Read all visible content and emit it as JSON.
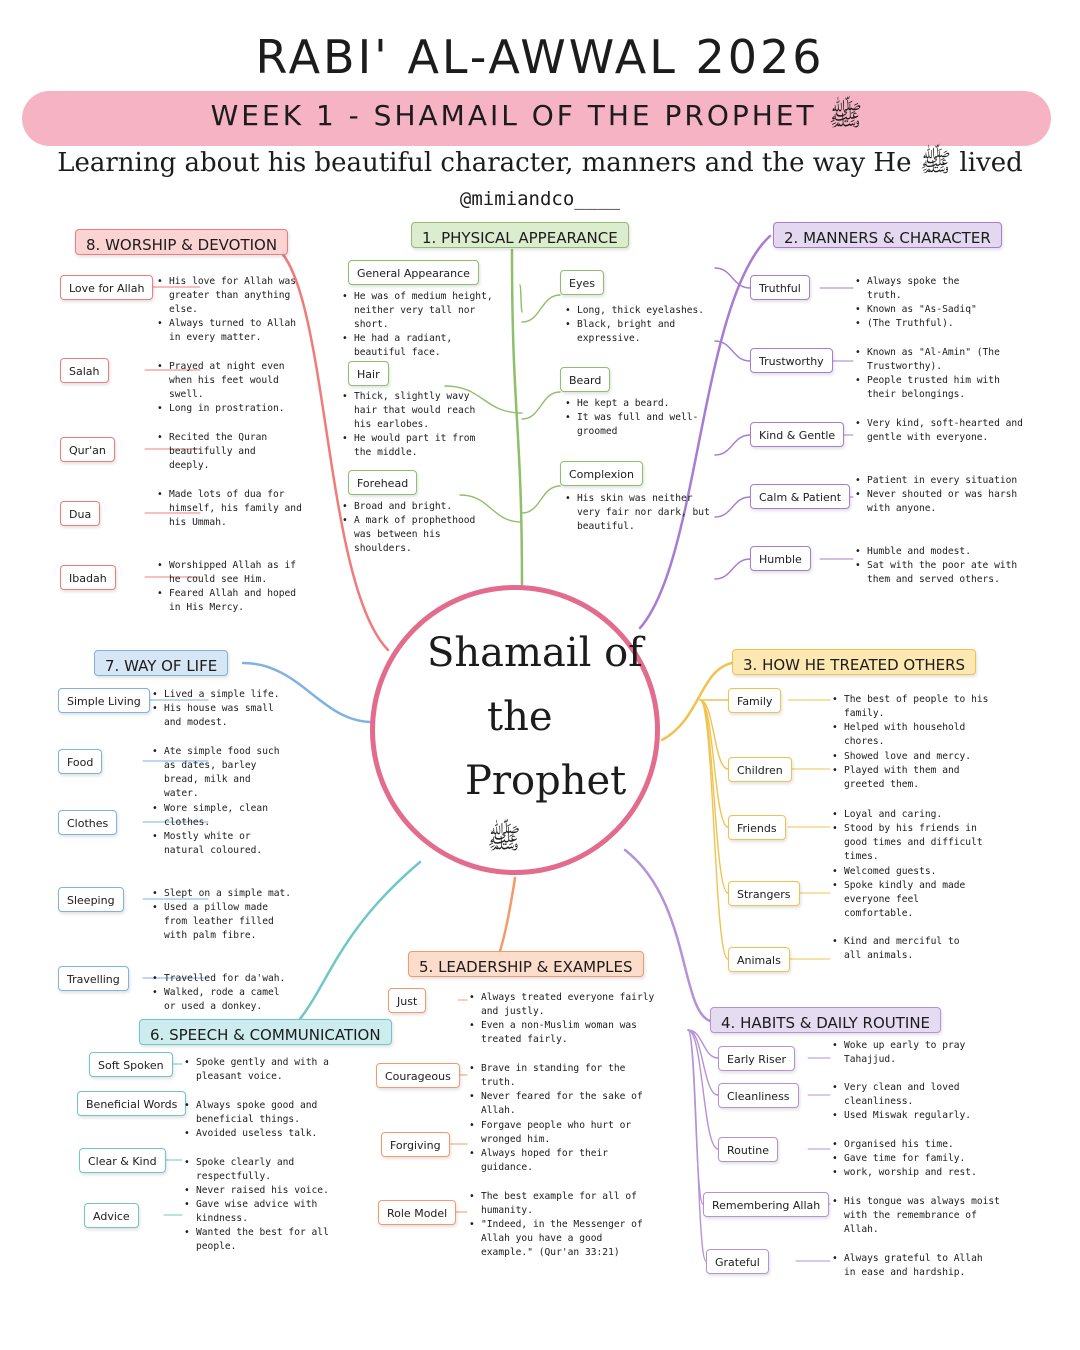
{
  "title": "RABI' AL-AWWAL 2026",
  "banner": {
    "text": "WEEK 1 - SHAMAIL OF THE PROPHET ﷺ"
  },
  "subtitle": "Learning about his beautiful character, manners and the way He ﷺ lived",
  "handle": "@mimiandco____",
  "hub": {
    "line1": "Shamail of",
    "line2": "the",
    "line3": "Prophet",
    "glyph": "ﷺ"
  },
  "sections": {
    "physical": {
      "title": "1. PHYSICAL APPEARANCE",
      "color": "#8fbf6a",
      "fill": "#dcecce",
      "items": [
        {
          "label": "General Appearance",
          "bullets": [
            "He was of medium height, neither very tall nor short.",
            "He had a radiant, beautiful face."
          ]
        },
        {
          "label": "Hair",
          "bullets": [
            "Thick, slightly wavy hair that would reach his earlobes.",
            "He would part it from the middle."
          ]
        },
        {
          "label": "Forehead",
          "bullets": [
            "Broad and bright.",
            "A mark of prophethood was between his shoulders."
          ]
        },
        {
          "label": "Eyes",
          "bullets": [
            "Long, thick eyelashes.",
            "Black, bright and expressive."
          ]
        },
        {
          "label": "Beard",
          "bullets": [
            "He kept a beard.",
            "It was full and well-groomed"
          ]
        },
        {
          "label": "Complexion",
          "bullets": [
            "His skin was neither very fair nor dark, but beautiful."
          ]
        }
      ]
    },
    "manners": {
      "title": "2. MANNERS & CHARACTER",
      "color": "#a77cd1",
      "fill": "#e4d8f1",
      "items": [
        {
          "label": "Truthful",
          "bullets": [
            "Always spoke the truth.",
            "Known as \"As-Sadiq\"",
            "(The Truthful)."
          ]
        },
        {
          "label": "Trustworthy",
          "bullets": [
            "Known as \"Al-Amin\" (The Trustworthy).",
            "People trusted him with their belongings."
          ]
        },
        {
          "label": "Kind & Gentle",
          "bullets": [
            "Very kind, soft-hearted and gentle with everyone."
          ]
        },
        {
          "label": "Calm & Patient",
          "bullets": [
            "Patient in every situation",
            "Never shouted or was harsh with anyone."
          ]
        },
        {
          "label": "Humble",
          "bullets": [
            "Humble and modest.",
            "Sat with the poor ate with them and served others."
          ]
        }
      ]
    },
    "treated": {
      "title": "3. HOW HE TREATED OTHERS",
      "color": "#f0c24f",
      "fill": "#fde8b2",
      "items": [
        {
          "label": "Family",
          "bullets": [
            "The best of people to his family.",
            "Helped with household chores."
          ]
        },
        {
          "label": "Children",
          "bullets": [
            "Showed love and mercy.",
            "Played with them and greeted them."
          ]
        },
        {
          "label": "Friends",
          "bullets": [
            "Loyal and caring.",
            "Stood by his friends in good times and difficult times."
          ]
        },
        {
          "label": "Strangers",
          "bullets": [
            "Welcomed guests.",
            "Spoke kindly and made everyone feel comfortable."
          ]
        },
        {
          "label": "Animals",
          "bullets": [
            "Kind and merciful to all animals."
          ]
        }
      ]
    },
    "habits": {
      "title": "4. HABITS & DAILY ROUTINE",
      "color": "#b592d8",
      "fill": "#e6dcf1",
      "items": [
        {
          "label": "Early Riser",
          "bullets": [
            "Woke up early to pray Tahajjud."
          ]
        },
        {
          "label": "Cleanliness",
          "bullets": [
            "Very clean and loved cleanliness.",
            "Used Miswak regularly."
          ]
        },
        {
          "label": "Routine",
          "bullets": [
            "Organised his time.",
            "Gave time for family.",
            "work, worship and rest."
          ]
        },
        {
          "label": "Remembering Allah",
          "bullets": [
            "His tongue was always moist with the remembrance of Allah."
          ]
        },
        {
          "label": "Grateful",
          "bullets": [
            "Always grateful to Allah in ease and hardship."
          ]
        }
      ]
    },
    "leadership": {
      "title": "5. LEADERSHIP & EXAMPLES",
      "color": "#f29a6b",
      "fill": "#fcdccb",
      "items": [
        {
          "label": "Just",
          "bullets": [
            "Always treated everyone fairly and justly.",
            "Even a non-Muslim woman was treated fairly."
          ]
        },
        {
          "label": "Courageous",
          "bullets": [
            "Brave in standing for the truth.",
            "Never feared for the sake of Allah."
          ]
        },
        {
          "label": "Forgiving",
          "bullets": [
            "Forgave people who hurt or wronged him.",
            "Always hoped for their guidance."
          ]
        },
        {
          "label": "Role Model",
          "bullets": [
            "The best example for all of humanity.",
            "\"Indeed, in the Messenger of Allah you have a good example.\" (Qur'an 33:21)"
          ]
        }
      ]
    },
    "speech": {
      "title": "6. SPEECH & COMMUNICATION",
      "color": "#6fc7c7",
      "fill": "#cdeced",
      "items": [
        {
          "label": "Soft Spoken",
          "bullets": [
            "Spoke gently and with a pleasant voice."
          ]
        },
        {
          "label": "Beneficial Words",
          "bullets": [
            "Always spoke good and beneficial things.",
            "Avoided useless talk."
          ]
        },
        {
          "label": "Clear & Kind",
          "bullets": [
            "Spoke clearly and respectfully.",
            "Never raised his voice."
          ]
        },
        {
          "label": "Advice",
          "bullets": [
            "Gave wise advice with kindness.",
            "Wanted the best for all people."
          ]
        }
      ]
    },
    "life": {
      "title": "7. WAY OF LIFE",
      "color": "#7fb2e0",
      "fill": "#d6e6f5",
      "items": [
        {
          "label": "Simple Living",
          "bullets": [
            "Lived a simple life.",
            "His house was small and modest."
          ]
        },
        {
          "label": "Food",
          "bullets": [
            "Ate simple food such as dates, barley bread, milk and water."
          ]
        },
        {
          "label": "Clothes",
          "bullets": [
            "Wore simple, clean clothes.",
            "Mostly white or natural coloured."
          ]
        },
        {
          "label": "Sleeping",
          "bullets": [
            "Slept on a simple mat.",
            "Used a pillow made from leather filled with palm fibre."
          ]
        },
        {
          "label": "Travelling",
          "bullets": [
            "Travelled for da'wah.",
            "Walked, rode a camel or used a donkey."
          ]
        }
      ]
    },
    "worship": {
      "title": "8. WORSHIP & DEVOTION",
      "color": "#f07b7b",
      "fill": "#fbd3d3",
      "items": [
        {
          "label": "Love for Allah",
          "bullets": [
            "His love for Allah was greater than anything else.",
            "Always turned to Allah in every matter."
          ]
        },
        {
          "label": "Salah",
          "bullets": [
            "Prayed at night even when his feet would swell.",
            "Long in prostration."
          ]
        },
        {
          "label": "Qur'an",
          "bullets": [
            "Recited the Quran beautifully and deeply."
          ]
        },
        {
          "label": "Dua",
          "bullets": [
            "Made lots of dua for himself, his family and his Ummah."
          ]
        },
        {
          "label": "Ibadah",
          "bullets": [
            "Worshipped Allah as if he could see Him.",
            "Feared Allah and hoped in His Mercy."
          ]
        }
      ]
    }
  }
}
